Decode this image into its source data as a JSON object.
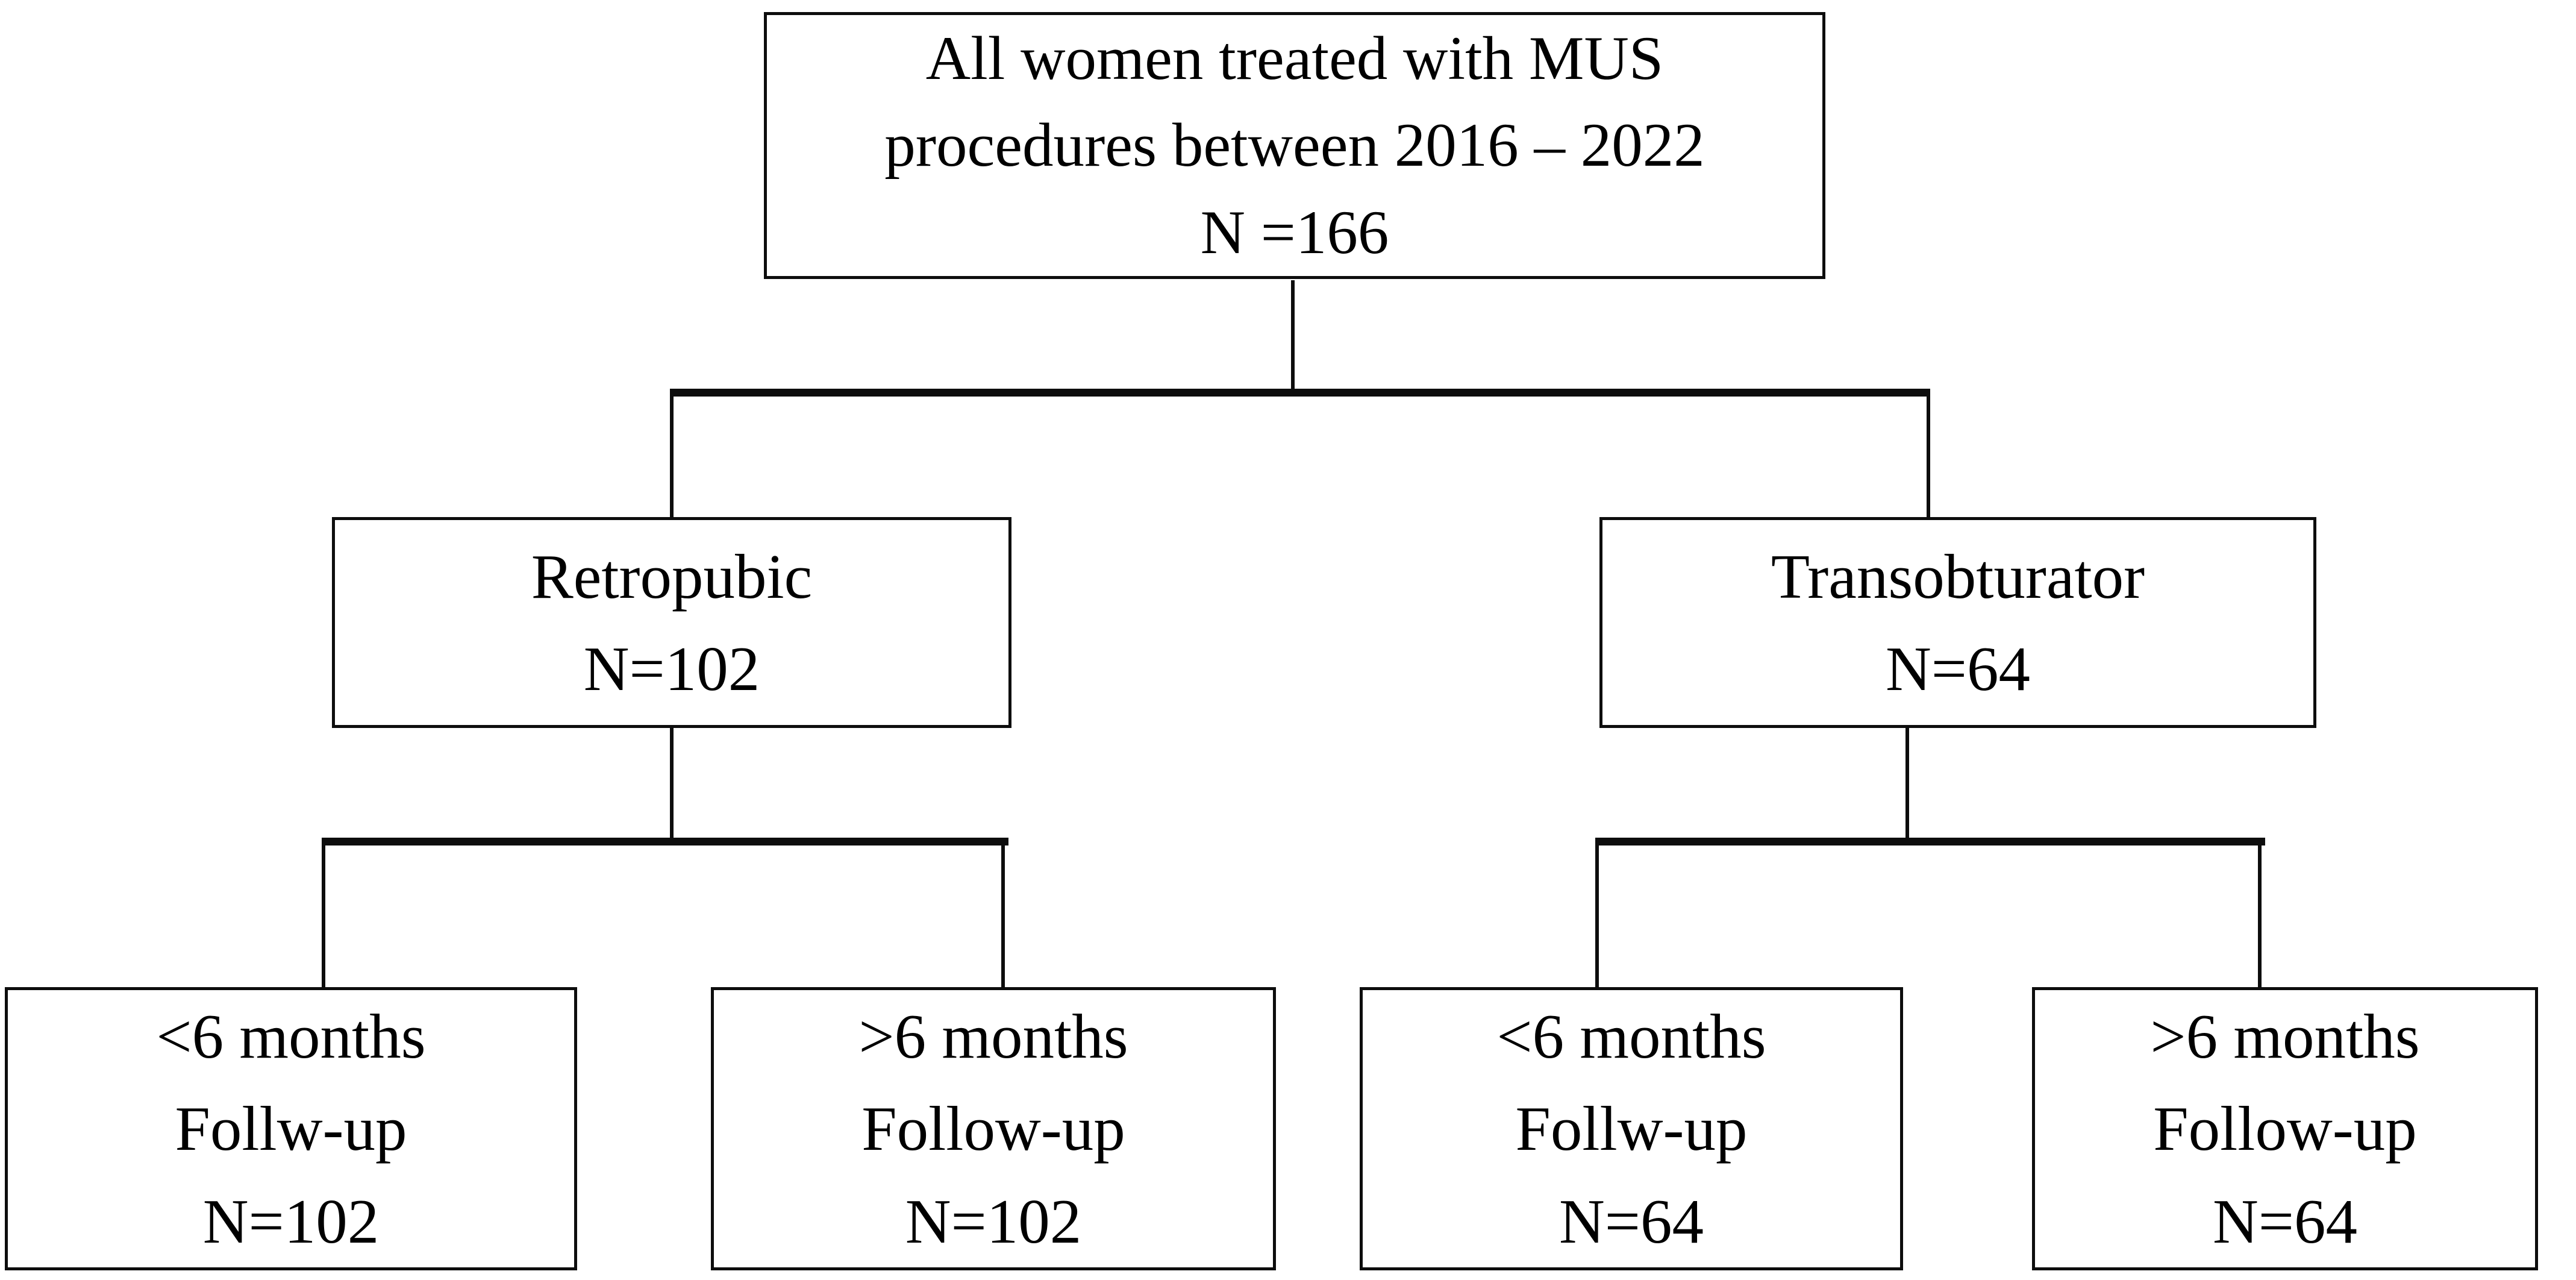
{
  "colors": {
    "line": "#0d0d0d",
    "box_border": "#0d0d0d",
    "box_background": "#ffffff",
    "text": "#000000",
    "page_background": "#ffffff"
  },
  "boxes": {
    "root": {
      "line1": "All women treated with MUS",
      "line2": "procedures between 2016 – 2022",
      "line3": "N =166"
    },
    "retropubic": {
      "line1": "Retropubic",
      "line2": "N=102"
    },
    "transobturator": {
      "line1": "Transobturator",
      "line2": "N=64"
    },
    "retropubic_under6": {
      "line1": "<6 months",
      "line2": "Follw-up",
      "line3": "N=102"
    },
    "retropubic_over6": {
      "line1": ">6 months",
      "line2": "Follow-up",
      "line3": "N=102"
    },
    "transobturator_under6": {
      "line1": "<6 months",
      "line2": "Follw-up",
      "line3": "N=64"
    },
    "transobturator_over6": {
      "line1": ">6 months",
      "line2": "Follow-up",
      "line3": "N=64"
    }
  }
}
